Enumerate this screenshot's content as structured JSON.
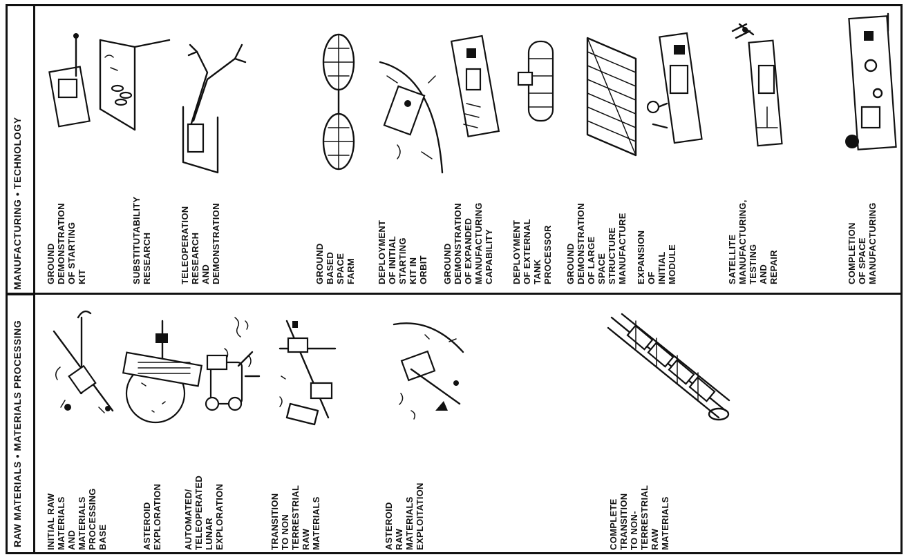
{
  "headers": {
    "left": "RAW MATERIALS • MATERIALS PROCESSING",
    "right": "MANUFACTURING • TECHNOLOGY"
  },
  "left_items": [
    {
      "label": "INITIAL RAW\nMATERIALS\nAND\nMATERIALS\nPROCESSING\nBASE",
      "icon": "mining-rig-icon"
    },
    {
      "label": "ASTEROID\nEXPLORATION",
      "icon": "asteroid-probe-icon"
    },
    {
      "label": "AUTOMATED/\nTELEOPERATED\nLUNAR\nEXPLORATION",
      "icon": "lunar-rover-icon"
    },
    {
      "label": "TRANSITION\nTO NON\nTERRESTRIAL\nRAW\nMATERIALS",
      "icon": "transition-machinery-icon"
    },
    {
      "label": "ASTEROID\nRAW\nMATERIALS\nEXPLOITATION",
      "icon": "asteroid-mining-icon"
    },
    {
      "label": "COMPLETE\nTRANSITION\nTO NON-\nTERRESTRIAL\nRAW\nMATERIALS",
      "icon": "processing-line-icon"
    }
  ],
  "right_items": [
    {
      "label": "GROUND\nDEMONSTRATION\nOF STARTING\nKIT",
      "icon": "starting-kit-icon"
    },
    {
      "label": "SUBSTITUTABILITY\nRESEARCH",
      "icon": "research-bench-icon"
    },
    {
      "label": "TELEOPERATION\nRESEARCH\nAND\nDEMONSTRATION",
      "icon": "robot-arm-icon"
    },
    {
      "label": "GROUND\nBASED\nSPACE\nFARM",
      "icon": "space-farm-icon"
    },
    {
      "label": "DEPLOYMENT\nOF INITIAL\nSTARTING\nKIT IN\nORBIT",
      "icon": "orbital-deployment-icon"
    },
    {
      "label": "GROUND\nDEMONSTRATION\nOF EXPANDED\nMANUFACTURING\nCAPABILITY",
      "icon": "expanded-factory-icon"
    },
    {
      "label": "DEPLOYMENT\nOF EXTERNAL\nTANK\nPROCESSOR",
      "icon": "tank-processor-icon"
    },
    {
      "label": "GROUND\nDEMONSTRATION\nOF LARGE\nSPACE\nSTRUCTURE\nMANUFACTURE",
      "icon": "space-structure-icon"
    },
    {
      "label": "EXPANSION\nOF\nINITIAL\nMODULE",
      "icon": "module-expansion-icon"
    },
    {
      "label": "SATELLITE\nMANUFACTURING,\nTESTING\nAND\nREPAIR",
      "icon": "satellite-factory-icon"
    },
    {
      "label": "COMPLETION\nOF SPACE\nMANUFACTURING",
      "icon": "space-manufacturing-complete-icon"
    }
  ]
}
